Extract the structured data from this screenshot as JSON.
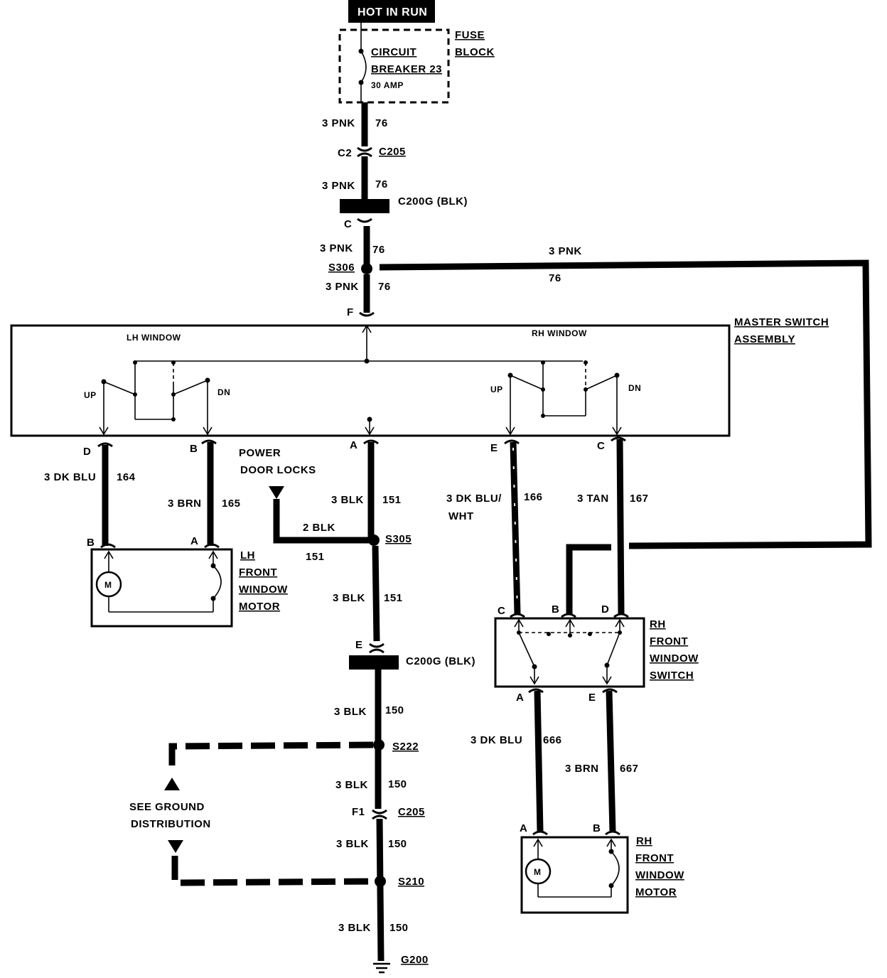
{
  "header": {
    "power_label": "HOT IN RUN"
  },
  "fuse_block": {
    "title_l1": "FUSE",
    "title_l2": "BLOCK",
    "breaker_l1": "CIRCUIT",
    "breaker_l2": "BREAKER 23",
    "rating": "30 AMP"
  },
  "wires": {
    "w1_color": "3 PNK",
    "w1_num": "76",
    "w2_color": "3 PNK",
    "w2_num": "76",
    "w3_color": "3 PNK",
    "w3_num": "76",
    "w4_color": "3 PNK",
    "w4_num": "76",
    "w_branch_color": "3 PNK",
    "w_branch_num": "76",
    "d_color": "3 DK BLU",
    "d_num": "164",
    "b_color": "3 BRN",
    "b_num": "165",
    "a_color": "3 BLK",
    "a_num": "151",
    "e_color_l1": "3 DK BLU/",
    "e_color_l2": "WHT",
    "e_num": "166",
    "c_color": "3 TAN",
    "c_num": "167",
    "pdl_color": "2 BLK",
    "pdl_num": "151",
    "s305_below_color": "3 BLK",
    "s305_below_num": "151",
    "g1_color": "3 BLK",
    "g1_num": "150",
    "g2_color": "3 BLK",
    "g2_num": "150",
    "g3_color": "3 BLK",
    "g3_num": "150",
    "g4_color": "3 BLK",
    "g4_num": "150",
    "rhA_color": "3 DK BLU",
    "rhA_num": "666",
    "rhE_color": "3 BRN",
    "rhE_num": "667"
  },
  "connectors": {
    "c205_top": "C205",
    "c205_top_pin": "C2",
    "c200g_top": "C200G (BLK)",
    "c200g_top_pin": "C",
    "pin_f": "F",
    "c200g_bot": "C200G (BLK)",
    "c200g_bot_pin": "E",
    "c205_bot": "C205",
    "c205_bot_pin": "F1",
    "ms_pin_d": "D",
    "ms_pin_b": "B",
    "ms_pin_a": "A",
    "ms_pin_e": "E",
    "ms_pin_c": "C"
  },
  "splices": {
    "s306": "S306",
    "s305": "S305",
    "s222": "S222",
    "s210": "S210",
    "g200": "G200"
  },
  "master_switch": {
    "title_l1": "MASTER SWITCH",
    "title_l2": "ASSEMBLY",
    "lh_window": "LH WINDOW",
    "rh_window": "RH WINDOW",
    "up": "UP",
    "dn": "DN",
    "up2": "UP",
    "dn2": "DN"
  },
  "power_door_locks": {
    "l1": "POWER",
    "l2": "DOOR LOCKS"
  },
  "lh_motor": {
    "l1": "LH",
    "l2": "FRONT",
    "l3": "WINDOW",
    "l4": "MOTOR",
    "pin_b": "B",
    "pin_a": "A",
    "m": "M"
  },
  "rh_switch": {
    "l1": "RH",
    "l2": "FRONT",
    "l3": "WINDOW",
    "l4": "SWITCH",
    "pin_c": "C",
    "pin_b": "B",
    "pin_d": "D",
    "pin_a": "A",
    "pin_e": "E"
  },
  "rh_motor": {
    "l1": "RH",
    "l2": "FRONT",
    "l3": "WINDOW",
    "l4": "MOTOR",
    "pin_a": "A",
    "pin_b": "B",
    "m": "M"
  },
  "ground_ref": {
    "l1": "SEE GROUND",
    "l2": "DISTRIBUTION"
  }
}
